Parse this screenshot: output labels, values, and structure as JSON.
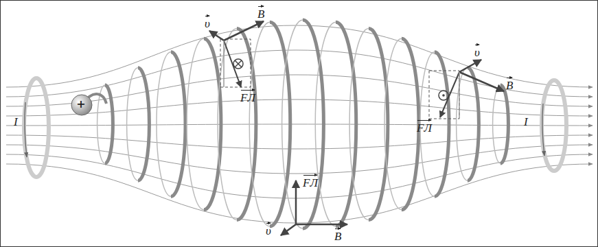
{
  "diagram": {
    "labels": [
      "I",
      "+",
      "υ",
      "B",
      "FЛ",
      "υ",
      "B",
      "FЛ",
      "FЛ",
      "υ",
      "B",
      "I"
    ]
  }
}
